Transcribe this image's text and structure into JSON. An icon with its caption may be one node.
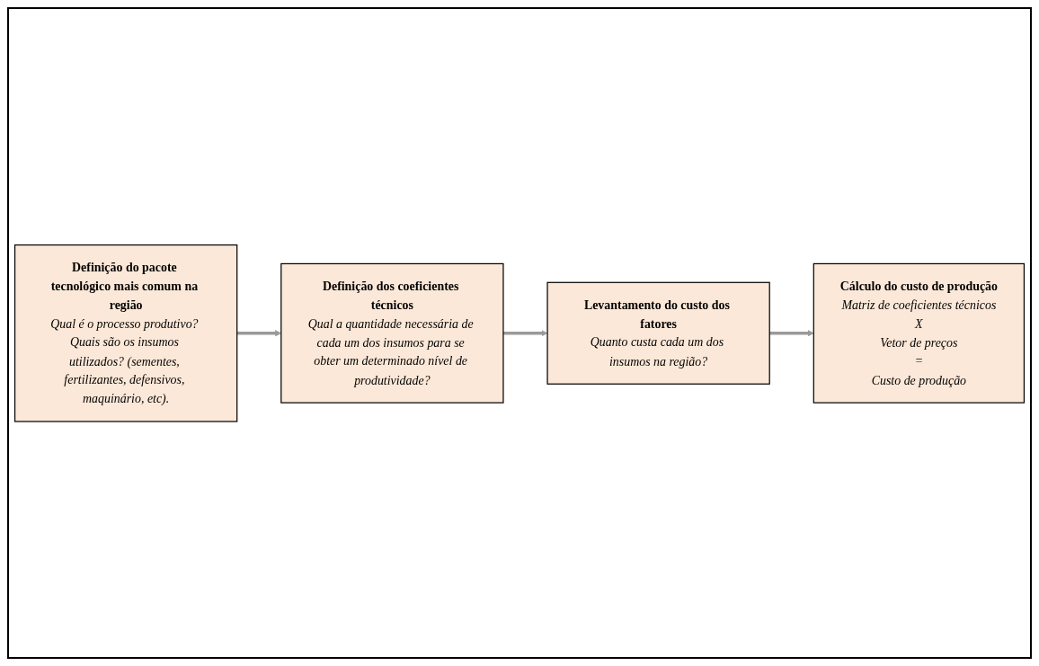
{
  "diagram": {
    "nodes": [
      {
        "text": [
          "Definição do pacote tecnológico mais comum na região",
          "Qual é o processo produtivo? Quais são os insumos utilizados? (sementes, fertilizantes, defensivos, maquinário, etc)."
        ]
      },
      {
        "text": [
          "Definição dos coeficientes técnicos",
          "Qual a quantidade necessária de cada um dos insumos para se obter um determinado nível de produtividade?"
        ]
      },
      {
        "text": [
          "Levantamento do custo dos fatores",
          "Quanto custa cada um dos insumos na região?"
        ]
      },
      {
        "text": [
          "Cálculo do custo de produção",
          "Matriz de coeficientes técnicos",
          "X",
          "Vetor de preços",
          "=",
          "Custo de produção"
        ]
      }
    ],
    "edges": [
      {
        "from": 0,
        "to": 1,
        "arrow": "to"
      },
      {
        "from": 1,
        "to": 2,
        "arrow": "to"
      },
      {
        "from": 2,
        "to": 3,
        "arrow": "to"
      }
    ]
  }
}
